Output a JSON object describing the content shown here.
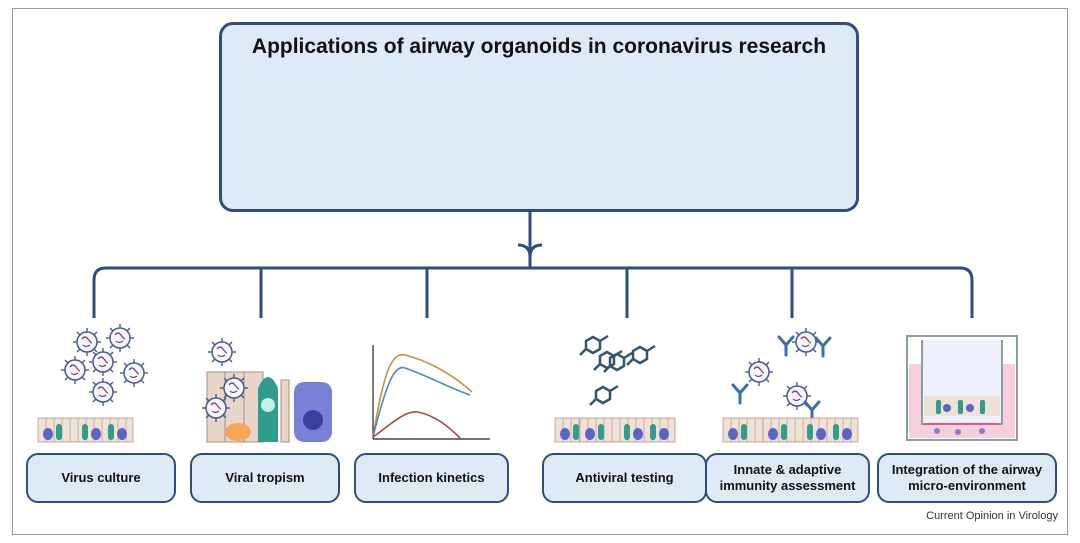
{
  "title": "Applications of airway organoids in coronavirus research",
  "applications": [
    {
      "label": "Virus culture"
    },
    {
      "label": "Viral tropism"
    },
    {
      "label": "Infection kinetics"
    },
    {
      "label": "Antiviral testing"
    },
    {
      "label": "Innate & adaptive immunity assessment"
    },
    {
      "label": "Integration of the airway micro-environment"
    }
  ],
  "credit": "Current Opinion in Virology",
  "colors": {
    "box_fill": "#deeaf6",
    "line": "#2f4d7e",
    "pink": "#f7cfdc",
    "teal": "#2f9c8c",
    "purple": "#5b63c4"
  }
}
